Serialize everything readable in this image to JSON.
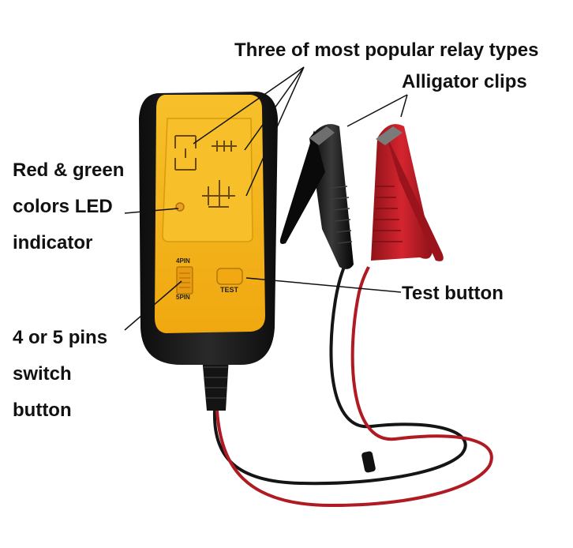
{
  "labels": {
    "relay_types": "Three of most popular relay types",
    "alligator_clips": "Alligator clips",
    "led_line1": "Red & green",
    "led_line2": "colors LED",
    "led_line3": "indicator",
    "test_button": "Test button",
    "pins_line1": "4 or 5 pins",
    "pins_line2": "switch",
    "pins_line3": "button"
  },
  "device": {
    "switch_top_label": "4PIN",
    "switch_bottom_label": "5PIN",
    "test_label": "TEST"
  },
  "colors": {
    "device_body": "#f5b51a",
    "device_frame": "#1c1c1c",
    "red_clip": "#c8202a",
    "black_clip": "#1a1a1a",
    "led": "#e8a020"
  }
}
